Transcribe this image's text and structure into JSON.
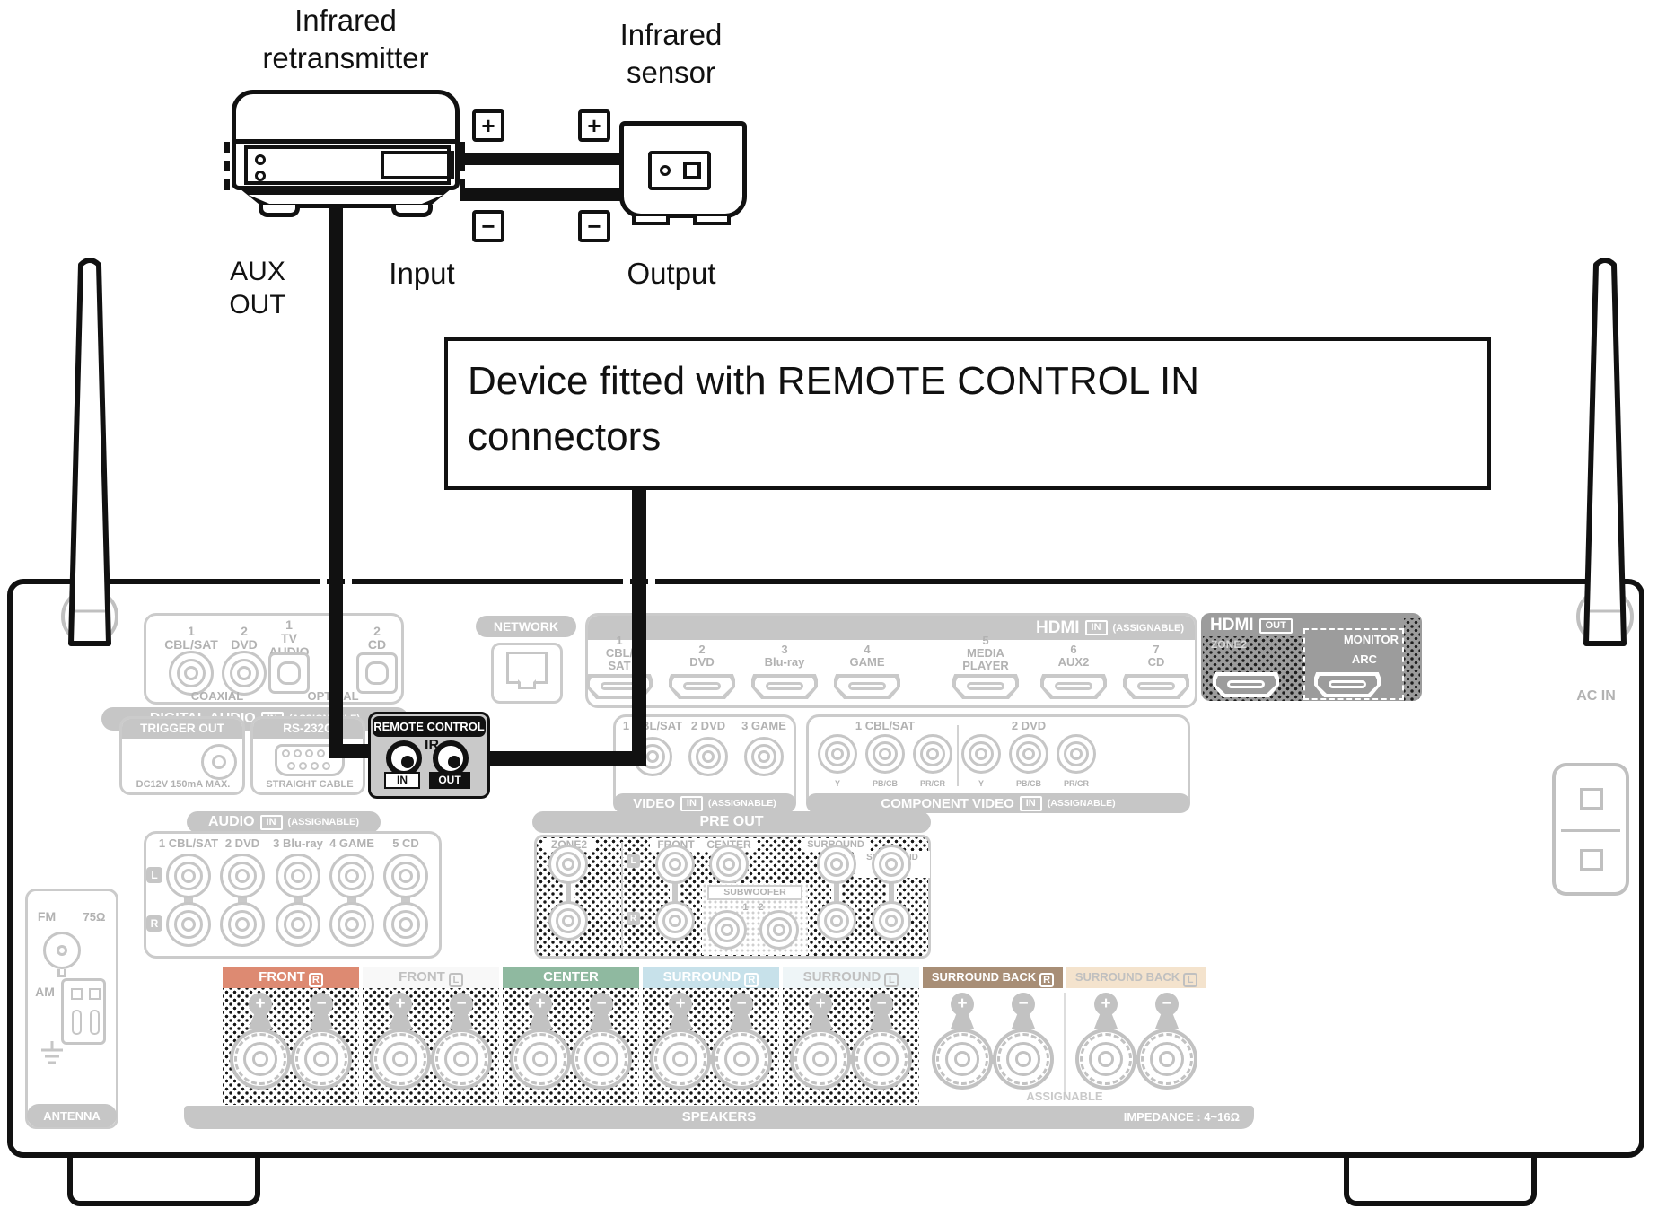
{
  "top": {
    "retransmitter": "Infrared\nretransmitter",
    "sensor": "Infrared\nsensor",
    "aux_out": "AUX\nOUT",
    "input": "Input",
    "output": "Output",
    "plus": "+",
    "minus": "−",
    "callout": "Device fitted with REMOTE CONTROL IN\nconnectors"
  },
  "panel": {
    "digital_audio": {
      "title": "DIGITAL AUDIO",
      "badge": "IN",
      "assignable": "(ASSIGNABLE)",
      "coaxial": "COAXIAL",
      "optical": "OPTICAL",
      "jacks": [
        "1\nCBL/SAT",
        "2\nDVD",
        "1\nTV\nAUDIO",
        "2\nCD"
      ]
    },
    "trigger_out": {
      "title": "TRIGGER OUT",
      "note": "DC12V 150mA MAX."
    },
    "rs232c": {
      "title": "RS-232C",
      "note": "STRAIGHT CABLE"
    },
    "remote_control": {
      "title": "REMOTE CONTROL",
      "ir": "IR",
      "in": "IN",
      "out": "OUT"
    },
    "network": {
      "title": "NETWORK"
    },
    "hdmi_in": {
      "title": "HDMI",
      "badge": "IN",
      "assignable": "(ASSIGNABLE)",
      "ports": [
        "1\nCBL/\nSAT",
        "2\nDVD",
        "3\nBlu-ray",
        "4\nGAME",
        "5\nMEDIA\nPLAYER",
        "6\nAUX2",
        "7\nCD"
      ]
    },
    "hdmi_out": {
      "title": "HDMI",
      "badge": "OUT",
      "zone2": "ZONE2",
      "monitor": "MONITOR",
      "arc": "ARC"
    },
    "video": {
      "title": "VIDEO",
      "badge": "IN",
      "assignable": "(ASSIGNABLE)",
      "jacks": [
        "1 CBL/SAT",
        "2 DVD",
        "3 GAME"
      ]
    },
    "component": {
      "title": "COMPONENT VIDEO",
      "badge": "IN",
      "assignable": "(ASSIGNABLE)",
      "groups": [
        "1 CBL/SAT",
        "2 DVD"
      ],
      "channels": [
        "Y",
        "PB/CB",
        "PR/CR"
      ]
    },
    "audio": {
      "title": "AUDIO",
      "badge": "IN",
      "assignable": "(ASSIGNABLE)",
      "left": "L",
      "right": "R",
      "columns": [
        "1 CBL/SAT",
        "2 DVD",
        "3 Blu-ray",
        "4 GAME",
        "5 CD"
      ]
    },
    "pre_out": {
      "title": "PRE OUT",
      "zone2": "ZONE2",
      "front": "FRONT",
      "center": "CENTER",
      "surround": "SURROUND",
      "surround_back": "SURROUND BACK",
      "subwoofer": "SUBWOOFER",
      "sub_nums": "1 2",
      "left": "L",
      "right": "R"
    },
    "antenna": {
      "fm": "FM",
      "ohm": "75Ω",
      "am": "AM",
      "title": "ANTENNA"
    },
    "speakers": {
      "title": "SPEAKERS",
      "impedance": "IMPEDANCE : 4~16Ω",
      "assignable": "ASSIGNABLE",
      "plus": "+",
      "minus": "−",
      "blocks": [
        {
          "name": "FRONT",
          "channel": "R",
          "header_color": "#dd8a72",
          "text_color": "#ffffff"
        },
        {
          "name": "FRONT",
          "channel": "L",
          "header_color": "#f8f8f8",
          "text_color": "#c0c0c0"
        },
        {
          "name": "CENTER",
          "channel": "",
          "header_color": "#8fb9a0",
          "text_color": "#ffffff"
        },
        {
          "name": "SURROUND",
          "channel": "R",
          "header_color": "#c7e1ea",
          "text_color": "#ffffff"
        },
        {
          "name": "SURROUND",
          "channel": "L",
          "header_color": "#eef5f7",
          "text_color": "#c0c0c0"
        },
        {
          "name": "SURROUND BACK",
          "channel": "R",
          "header_color": "#a88e76",
          "text_color": "#ffffff"
        },
        {
          "name": "SURROUND BACK",
          "channel": "L",
          "header_color": "#f4e3cd",
          "text_color": "#c0c0c0"
        }
      ]
    },
    "ac_in": "AC IN"
  }
}
